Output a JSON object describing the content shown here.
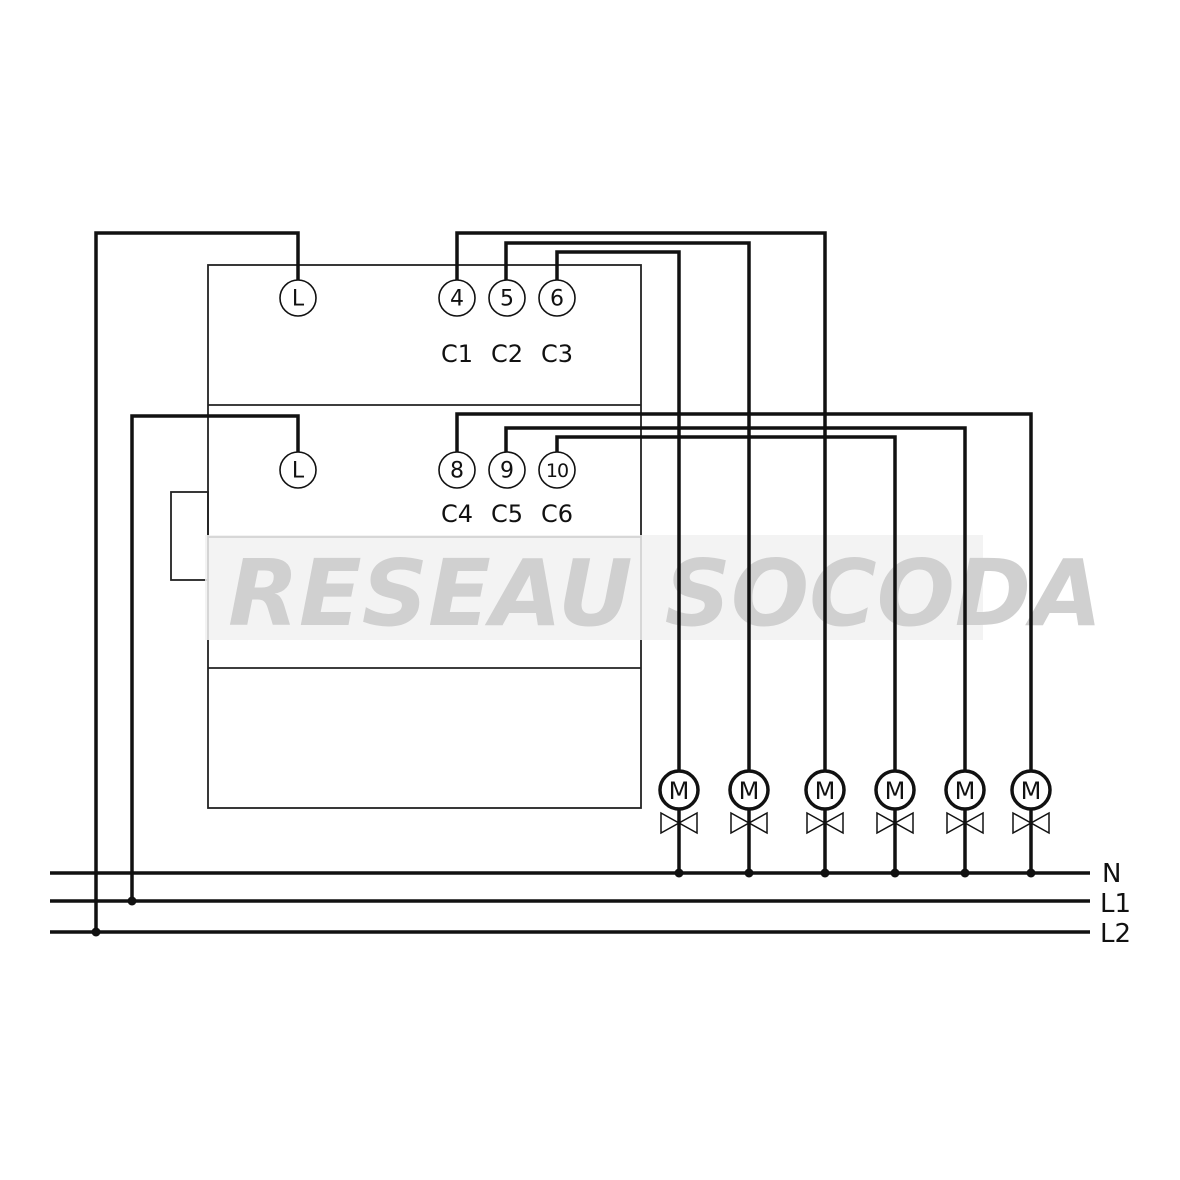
{
  "title": "Wiring diagram – 6-channel heating actuator with thermoelectric valve drives",
  "colors": {
    "line": "#111111",
    "watermark_text": "#c8c8c8",
    "watermark_band": "#f2f2f2"
  },
  "watermark": "RESEAU SOCODA",
  "module_top": {
    "supply_terminal": "L",
    "terminals": [
      "4",
      "5",
      "6"
    ],
    "channels": [
      "C1",
      "C2",
      "C3"
    ]
  },
  "module_bottom": {
    "supply_terminal": "L",
    "terminals": [
      "8",
      "9",
      "10"
    ],
    "channels": [
      "C4",
      "C5",
      "C6"
    ]
  },
  "actuators": [
    "M",
    "M",
    "M",
    "M",
    "M",
    "M"
  ],
  "bus_lines": [
    "N",
    "L1",
    "L2"
  ]
}
